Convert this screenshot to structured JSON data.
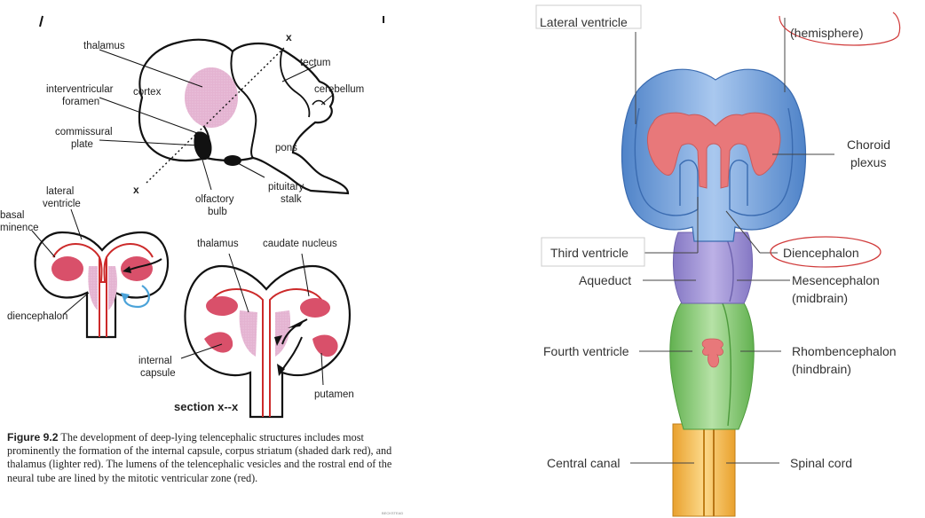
{
  "left_figure": {
    "labels": {
      "thalamus_top": "thalamus",
      "x_top": "x",
      "tectum": "tectum",
      "cortex": "cortex",
      "cerebellum": "cerebellum",
      "interventricular_1": "interventricular",
      "interventricular_2": "foramen",
      "commissural_1": "commissural",
      "commissural_2": "plate",
      "pons": "pons",
      "x_bottom": "x",
      "pituitary_1": "pituitary",
      "pituitary_2": "stalk",
      "olfactory_1": "olfactory",
      "olfactory_2": "bulb",
      "lateral_1": "lateral",
      "lateral_2": "ventricle",
      "basal_1": "basal",
      "basal_2": "minence",
      "diencephalon": "diencephalon",
      "thalamus_mid": "thalamus",
      "caudate": "caudate nucleus",
      "internal_1": "internal",
      "internal_2": "capsule",
      "putamen": "putamen",
      "section": "section x--x"
    },
    "caption_label": "Figure 9.2",
    "caption_text": " The development of deep-lying telencephalic structures includes most prominently the formation of the internal capsule, corpus striatum (shaded dark red), and thalamus (lighter red). The lumens of the telencephalic vesicles and the rostral end of the neural tube are lined by the mitotic ventricular zone (red).",
    "credit": "BECKSTEAD"
  },
  "right_figure": {
    "labels": {
      "lateral_ventricle": "Lateral ventricle",
      "hemisphere": "(hemisphere)",
      "choroid_1": "Choroid",
      "choroid_2": "plexus",
      "third_ventricle": "Third ventricle",
      "diencephalon": "Diencephalon",
      "aqueduct": "Aqueduct",
      "mesencephalon_1": "Mesencephalon",
      "mesencephalon_2": "(midbrain)",
      "fourth_ventricle": "Fourth ventricle",
      "rhombencephalon_1": "Rhombencephalon",
      "rhombencephalon_2": "(hindbrain)",
      "central_canal": "Central canal",
      "spinal_cord": "Spinal cord"
    }
  },
  "colors": {
    "striatum_red": "#d9506a",
    "thalamus_pink": "#e6b3d3",
    "ventricular_red": "#cc2a2a",
    "forebrain_blue": "#6f9fd8",
    "diencephalon_purple": "#9a8fcf",
    "hindbrain_green": "#8cc97a",
    "spinal_orange": "#f3b545",
    "choroid_salmon": "#e8787a",
    "annotation_red": "#d03a3a"
  }
}
